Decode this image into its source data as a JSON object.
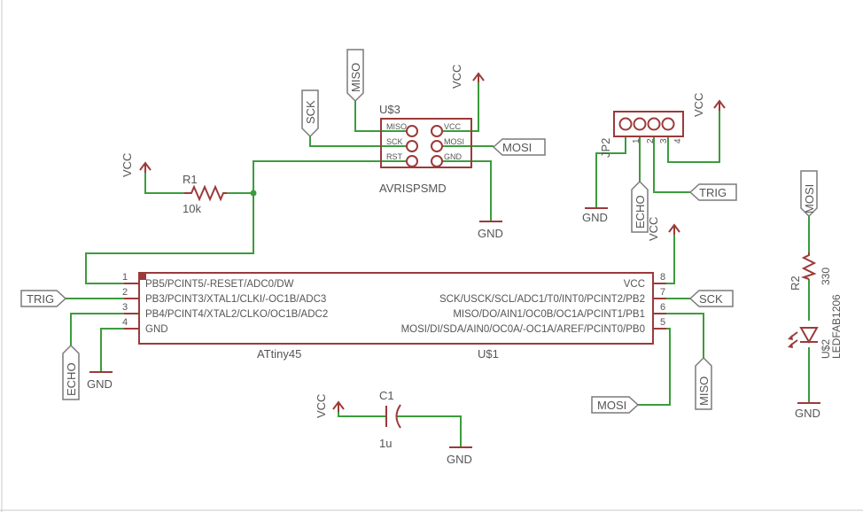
{
  "ic": {
    "refdes": "U$1",
    "value": "ATtiny45",
    "pins_left": [
      {
        "num": "1",
        "name": "PB5/PCINT5/-RESET/ADC0/DW"
      },
      {
        "num": "2",
        "name": "PB3/PCINT3/XTAL1/CLKI/-OC1B/ADC3"
      },
      {
        "num": "3",
        "name": "PB4/PCINT4/XTAL2/CLKO/OC1B/ADC2"
      },
      {
        "num": "4",
        "name": "GND"
      }
    ],
    "pins_right": [
      {
        "num": "8",
        "name": "VCC"
      },
      {
        "num": "7",
        "name": "SCK/USCK/SCL/ADC1/T0/INT0/PCINT2/PB2"
      },
      {
        "num": "6",
        "name": "MISO/DO/AIN1/OC0B/OC1A/PCINT1/PB1"
      },
      {
        "num": "5",
        "name": "MOSI/DI/SDA/AIN0/OC0A/-OC1A/AREF/PCINT0/PB0"
      }
    ]
  },
  "isp": {
    "refdes": "U$3",
    "value": "AVRISPSMD",
    "pins": [
      "MISO",
      "VCC",
      "SCK",
      "MOSI",
      "RST",
      "GND"
    ]
  },
  "jp2": {
    "refdes": "JP2",
    "pins": [
      "1",
      "2",
      "3",
      "4"
    ]
  },
  "r1": {
    "refdes": "R1",
    "value": "10k"
  },
  "c1": {
    "refdes": "C1",
    "value": "1u"
  },
  "r2": {
    "refdes": "R2",
    "value": "330"
  },
  "led": {
    "refdes": "U$2",
    "value": "LEDFAB1206"
  },
  "nets": {
    "vcc": "VCC",
    "gnd": "GND",
    "trig": "TRIG",
    "echo": "ECHO",
    "sck": "SCK",
    "miso": "MISO",
    "mosi": "MOSI"
  },
  "colors": {
    "wire": "#3c9c3c",
    "symbol": "#9c3a3a",
    "text": "#555555",
    "label_frame": "#7a7a7a"
  }
}
